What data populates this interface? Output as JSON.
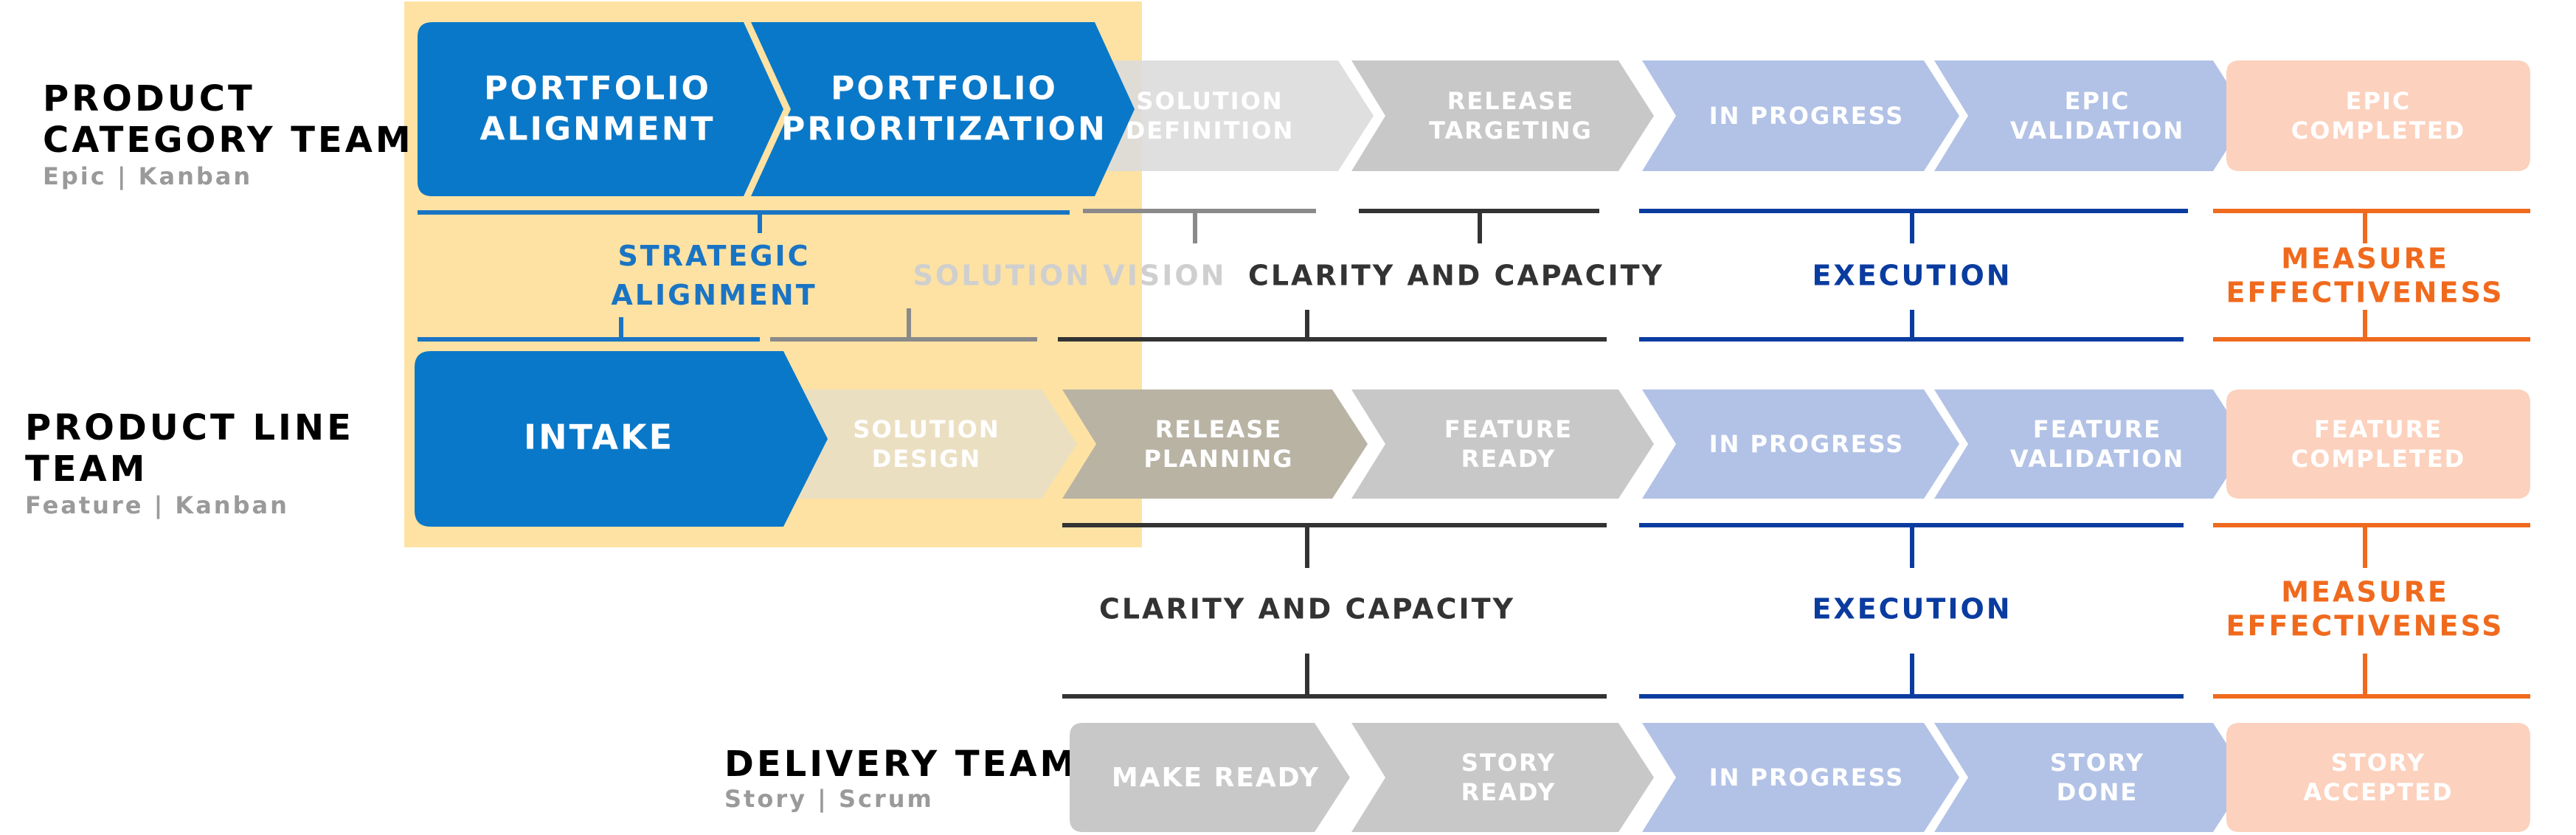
{
  "teams": {
    "category": {
      "title_line1": "PRODUCT",
      "title_line2": "CATEGORY TEAM",
      "subtitle": "Epic | Kanban"
    },
    "line": {
      "title_line1": "PRODUCT LINE",
      "title_line2": "TEAM",
      "subtitle": "Feature | Kanban"
    },
    "delivery": {
      "title_line1": "DELIVERY TEAM",
      "subtitle": "Story | Scrum"
    }
  },
  "colors": {
    "highlight_bg": "#fde2a3",
    "highlight_blue": "#0a78c8",
    "gray": "#c8c8c8",
    "light_gray": "#dcdcdc",
    "blue_stage": "#b2c2e6",
    "orange_stage": "#fcd1bd",
    "strategic": "#1a74c4",
    "solution_vision": "#cfcfcf",
    "clarity": "#333333",
    "execution": "#0a3ca0",
    "measure": "#f06a1e"
  },
  "stages": {
    "category": {
      "portfolio_alignment": [
        "PORTFOLIO",
        "ALIGNMENT"
      ],
      "portfolio_prioritization": [
        "PORTFOLIO",
        "PRIORITIZATION"
      ],
      "solution_definition": [
        "SOLUTION",
        "DEFINITION"
      ],
      "release_targeting": [
        "RELEASE",
        "TARGETING"
      ],
      "in_progress": [
        "IN PROGRESS"
      ],
      "epic_validation": [
        "EPIC",
        "VALIDATION"
      ],
      "epic_completed": [
        "EPIC",
        "COMPLETED"
      ]
    },
    "line": {
      "intake": [
        "INTAKE"
      ],
      "solution_design": [
        "SOLUTION",
        "DESIGN"
      ],
      "release_planning": [
        "RELEASE",
        "PLANNING"
      ],
      "feature_ready": [
        "FEATURE",
        "READY"
      ],
      "in_progress": [
        "IN PROGRESS"
      ],
      "feature_validation": [
        "FEATURE",
        "VALIDATION"
      ],
      "feature_completed": [
        "FEATURE",
        "COMPLETED"
      ]
    },
    "delivery": {
      "make_ready": [
        "MAKE READY"
      ],
      "story_ready": [
        "STORY",
        "READY"
      ],
      "in_progress": [
        "IN PROGRESS"
      ],
      "story_done": [
        "STORY",
        "DONE"
      ],
      "story_accepted": [
        "STORY",
        "ACCEPTED"
      ]
    }
  },
  "groups": {
    "strategic_alignment": [
      "STRATEGIC",
      "ALIGNMENT"
    ],
    "solution_vision": [
      "SOLUTION VISION"
    ],
    "clarity_capacity_top": [
      "CLARITY AND CAPACITY"
    ],
    "execution_top": [
      "EXECUTION"
    ],
    "measure_top": [
      "MEASURE",
      "EFFECTIVENESS"
    ],
    "clarity_capacity_bottom": [
      "CLARITY AND CAPACITY"
    ],
    "execution_bottom": [
      "EXECUTION"
    ],
    "measure_bottom": [
      "MEASURE",
      "EFFECTIVENESS"
    ]
  }
}
